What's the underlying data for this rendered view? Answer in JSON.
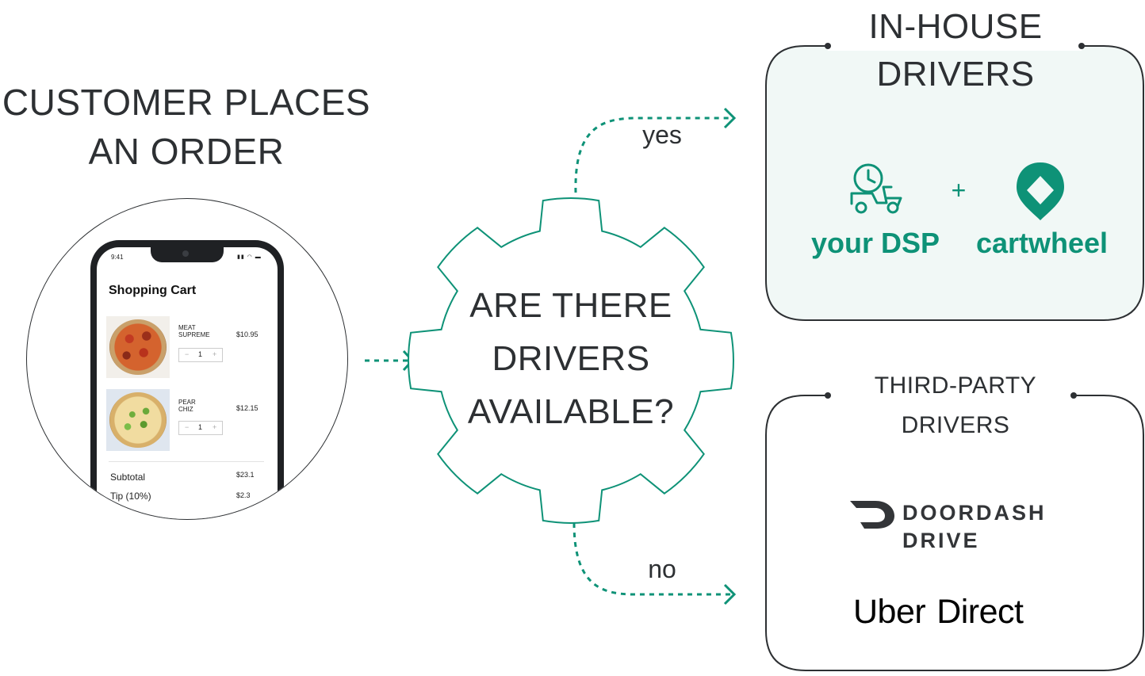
{
  "left": {
    "title_line1": "CUSTOMER PLACES",
    "title_line2": "AN ORDER"
  },
  "phone": {
    "time": "9:41",
    "signal_icon": "signal-wifi-battery-icon",
    "cart_title": "Shopping Cart",
    "items": [
      {
        "name_line1": "MEAT",
        "name_line2": "SUPREME",
        "price": "$10.95",
        "qty": "1"
      },
      {
        "name_line1": "PEAR",
        "name_line2": "CHIZ",
        "price": "$12.15",
        "qty": "1"
      }
    ],
    "stepper_minus": "−",
    "stepper_plus": "+",
    "subtotal_label": "Subtotal",
    "subtotal_value": "$23.1",
    "tip_label": "Tip (10%)",
    "tip_value": "$2.3"
  },
  "decision": {
    "line1": "ARE THERE",
    "line2": "DRIVERS",
    "line3": "AVAILABLE?"
  },
  "edges": {
    "yes": "yes",
    "no": "no"
  },
  "inhouse": {
    "title_line1": "IN-HOUSE",
    "title_line2": "DRIVERS",
    "dsp_label": "your DSP",
    "plus": "+",
    "cartwheel_label": "cartwheel",
    "dsp_icon": "scooter-clock-icon",
    "cartwheel_icon": "cartwheel-pin-icon"
  },
  "thirdparty": {
    "title_line1": "THIRD-PARTY",
    "title_line2": "DRIVERS",
    "doordash_line1": "DOORDASH",
    "doordash_line2": "DRIVE",
    "doordash_icon": "doordash-logo-icon",
    "uber_word1": "Uber",
    "uber_word2": "Direct"
  },
  "colors": {
    "accent": "#0e9277",
    "text": "#2d3033",
    "inhouse_fill": "#f1f8f6"
  }
}
